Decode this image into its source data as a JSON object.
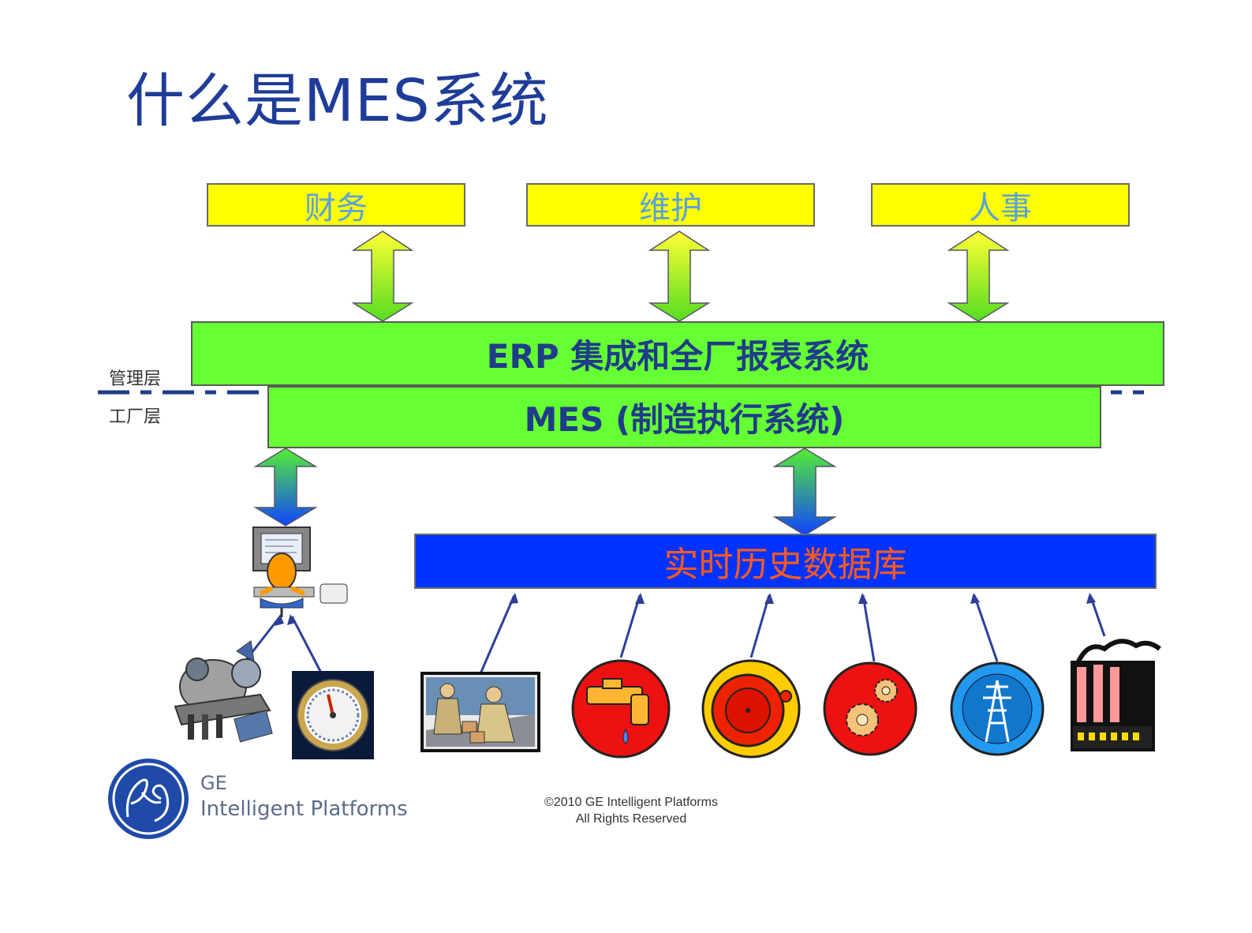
{
  "title": "什么是MES系统",
  "top_boxes": [
    "财务",
    "维护",
    "人事"
  ],
  "erp_bar": "ERP 集成和全厂报表系统",
  "mes_bar": "MES (制造执行系统)",
  "layer_labels": {
    "management": "管理层",
    "factory": "工厂层"
  },
  "database_bar": "实时历史数据库",
  "icons": [
    "operator-computer-icon",
    "lab-equipment-icon",
    "gauge-dial-icon",
    "workers-icon",
    "water-faucet-icon",
    "alarm-bell-icon",
    "gears-icon",
    "power-tower-icon",
    "factory-smokestack-icon"
  ],
  "logo": {
    "mark": "GE",
    "line1": "GE",
    "line2": "Intelligent Platforms"
  },
  "copyright": {
    "line1": "©2010 GE Intelligent Platforms",
    "line2": "All Rights Reserved"
  },
  "colors": {
    "title": "#1f3c99",
    "top_box": "#ffff00",
    "top_text": "#5aa0e0",
    "bar": "#66ff33",
    "bar_text": "#1f3c88",
    "db": "#0033ff",
    "db_text": "#ff5a1e"
  }
}
